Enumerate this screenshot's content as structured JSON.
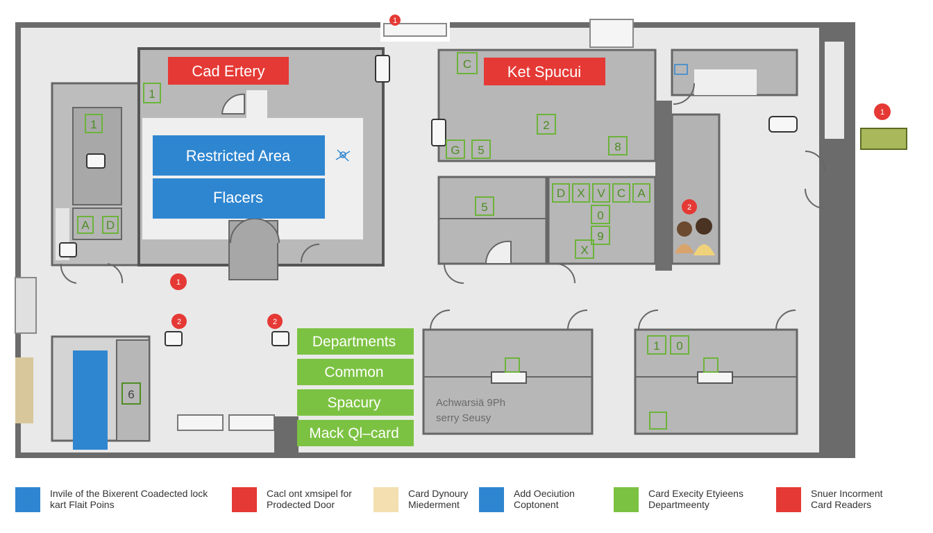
{
  "labels": {
    "card_entry": "Cad Ertery",
    "key_space": "Ket Spucui",
    "restricted_area": "Restricted Area",
    "floors": "Flacers",
    "departments": "Departments",
    "common": "Common",
    "spacury": "Spacury",
    "mack_card": "Mack Ql–card",
    "room_note_1": "Achwarsiä 9Ph",
    "room_note_2": "serry Seusy"
  },
  "room_numbers": {
    "r1a": "1",
    "r1b": "1",
    "r_c": "C",
    "r2": "2",
    "r_g": "G",
    "r5a": "5",
    "r8": "8",
    "r5b": "5",
    "r_d": "D",
    "r_x": "X",
    "r_v": "V",
    "r_c2": "C",
    "r_a": "A",
    "r0": "0",
    "r9": "9",
    "r_k": "X",
    "r_a2": "A",
    "r_d2": "D",
    "r6": "6",
    "r1c": "1",
    "r0b": "0"
  },
  "markers": {
    "m1": "1",
    "m2": "1",
    "m3": "2",
    "m4": "2",
    "m5": "1",
    "m6": "2"
  },
  "legend": {
    "items": [
      {
        "color": "#2f86d0",
        "line1": "Invile of the Bixerent Coadected lock",
        "line2": "kart Flait Poins"
      },
      {
        "color": "#e53935",
        "line1": "Cacl ont xmsipel for",
        "line2": "Prodected Door"
      },
      {
        "color": "#f3dfb0",
        "line1": "Card Dynoury",
        "line2": "Miederment"
      },
      {
        "color": "#2f86d0",
        "line1": "Add Oeciution",
        "line2": "Coptonent"
      },
      {
        "color": "#7cc242",
        "line1": "Card Execity Etyieens",
        "line2": "Departmeenty"
      },
      {
        "color": "#e53935",
        "line1": "Snuer Incorment",
        "line2": "Card Readers"
      }
    ]
  },
  "colors": {
    "wall": "#6e6e6e",
    "room": "#b7b7b7",
    "corridor": "#eeeeee",
    "blue": "#2f86d0",
    "red": "#e53935",
    "green": "#7cc242",
    "green_border": "#5a9a2e"
  }
}
